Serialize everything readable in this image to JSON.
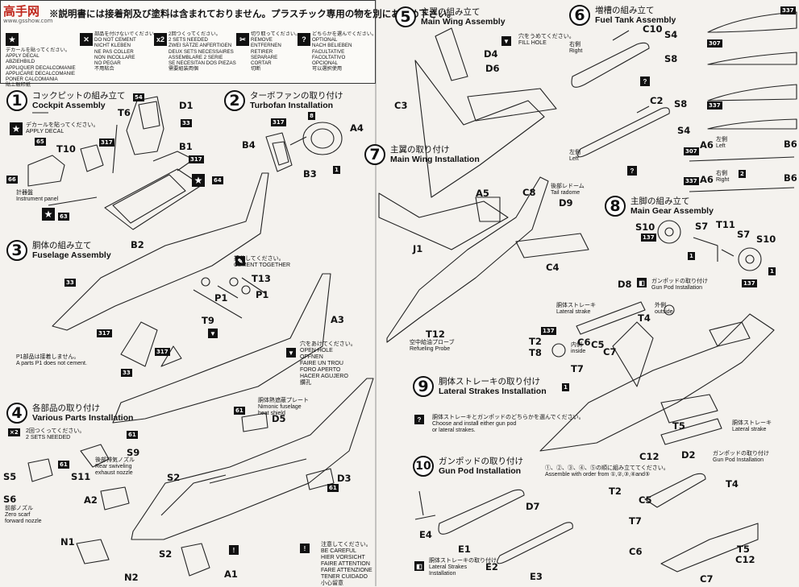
{
  "header": {
    "title": "※説明書には接着剤及び塗料は含まれておりません。プラスチック専用の物を別にお求め下さい。",
    "logo_main": "高手网",
    "logo_sub": "www.gsshow.com",
    "legend": [
      {
        "icon": "★",
        "text": "デカールを貼ってください。\nAPPLY DECAL\nABZIEHBILD\nAPPLIQUER DECALCOMANIE\nAPPLICARE DECALCOMANIE\nPONER CALCOMANIA\n貼上転印紙"
      },
      {
        "icon": "✕",
        "text": "部品を付けないでください。\nDO NOT CEMENT\nNICHT KLEBEN\nNE PAS COLLER\nNON INCOLLARE\nNO PEGAR\n不用粘合"
      },
      {
        "icon": "x2",
        "text": "2回つくってください。\n2 SETS NEEDED\nZWEI SÄTZE ANFERTIGEN\nDEUX SETS NECESSAIRES\nASSEMBLARE 2 SERIE\nSE NECESITAN DOS PIEZAS\n需要組装両個"
      },
      {
        "icon": "✂",
        "text": "切り取ってください。\nREMOVE\nENTFERNEN\nRETIRER\nSEPARARE\nCORTAR\n切断"
      },
      {
        "icon": "?",
        "text": "どちらかを選んでください。\nOPTIONAL\nNACH BELIEBEN\nFACULTATIVE\nFACOLTATIVO\nOPCIONAL\n可以選択使用"
      }
    ]
  },
  "steps": [
    {
      "n": "1",
      "jp": "コックピットの組み立て",
      "en": "Cockpit Assembly"
    },
    {
      "n": "2",
      "jp": "ターボファンの取り付け",
      "en": "Turbofan Installation"
    },
    {
      "n": "3",
      "jp": "胴体の組み立て",
      "en": "Fuselage Assembly"
    },
    {
      "n": "4",
      "jp": "各部品の取り付け",
      "en": "Various Parts Installation"
    },
    {
      "n": "5",
      "jp": "主翼の組み立て",
      "en": "Main Wing Assembly"
    },
    {
      "n": "6",
      "jp": "増槽の組み立て",
      "en": "Fuel Tank Assembly"
    },
    {
      "n": "7",
      "jp": "主翼の取り付け",
      "en": "Main Wing Installation"
    },
    {
      "n": "8",
      "jp": "主脚の組み立て",
      "en": "Main Gear Assembly"
    },
    {
      "n": "9",
      "jp": "胴体ストレーキの取り付け",
      "en": "Lateral Strakes Installation"
    },
    {
      "n": "10",
      "jp": "ガンポッドの取り付け",
      "en": "Gun Pod Installation"
    }
  ],
  "notes": {
    "apply_decal": "デカールを貼ってください。\nAPPLY DECAL",
    "instrument_panel": "計器盤\nInstrument panel",
    "cement_together": "接着してください。\nCEMENT TOGETHER",
    "p1_note": "P1部品は接着しません。\nA parts P1 does not cement.",
    "open_hole": "穴をあけてください。\nOPEN HOLE\nOFFNEN\nFAIRE UN TROU\nFORO APERTO\nHACER AGUJERO\n鑽孔",
    "fill_hole": "穴をうめてください。\nFILL HOLE",
    "sets2": "2回つくってください。\n2 SETS NEEDED",
    "rear_nozzle": "後部排気ノズル\nRear swiveling\nexhaust nozzle",
    "front_nozzle": "前部ノズル\nZero scarf\nforward nozzle",
    "heat_shield": "胴体熱遮蔽プレート\nNimonic fuselage\nheat shield",
    "be_careful": "注意してください。\nBE CAREFUL\nHIER VORSICHT\nFAIRE ATTENTION\nFARE ATTENZIONE\nTENER CUIDADO\n小心留意",
    "tail_radome": "後部レドーム\nTail radome",
    "refueling_probe": "空中給油プローブ\nRefueling Probe",
    "right": "右側\nRight",
    "left": "左側\nLeft",
    "gun_pod_inst": "ガンポッドの取り付け\nGun Pod Installation",
    "lateral_strake": "胴体ストレーキ\nLateral strake",
    "choose": "胴体ストレーキとガンポッドのどちらかを選んでください。\nChoose and install either gun pod\nor lateral strakes.",
    "order": "①、②、③、④、⑤の順に組み立ててください。\nAssemble with order from ①,②,③,④and⑤",
    "lateral_inst": "胴体ストレーキの取り付け\nLateral Strakes\nInstallation",
    "inner": "内側\ninside",
    "outer": "外側\noutside",
    "left_a6": "左側\nLeft",
    "right_a6": "右側\nRight"
  },
  "parts": {
    "s1": [
      "D1",
      "T6",
      "T10",
      "B1"
    ],
    "s2": [
      "A4",
      "B4",
      "B3"
    ],
    "s3": [
      "B2",
      "T13",
      "P1",
      "P1",
      "T9",
      "A3"
    ],
    "s4": [
      "S9",
      "S11",
      "S5",
      "S6",
      "A2",
      "N1",
      "N2",
      "S2",
      "S2",
      "A1",
      "D5",
      "D3"
    ],
    "s5": [
      "D4",
      "D6",
      "C3"
    ],
    "s6": [
      "C10",
      "S4",
      "S8",
      "C2",
      "S8",
      "S4"
    ],
    "s7": [
      "A5",
      "C8",
      "D9",
      "J1",
      "C4",
      "T12"
    ],
    "s8": [
      "S10",
      "S7",
      "T11",
      "S7",
      "S10"
    ],
    "s9": [
      "D8",
      "T4",
      "T2",
      "T8",
      "C6",
      "C5",
      "C7",
      "T7",
      "T5",
      "D2",
      "C12"
    ],
    "s10": [
      "D7",
      "E4",
      "E1",
      "E2",
      "E3",
      "T2",
      "C5",
      "T7",
      "T4",
      "C6",
      "T5",
      "C12",
      "C7"
    ],
    "colors": [
      "A6",
      "B6",
      "A6",
      "B6"
    ]
  },
  "tags": [
    "54",
    "33",
    "317",
    "317",
    "64",
    "65",
    "66",
    "63",
    "8",
    "317",
    "1",
    "33",
    "317",
    "317",
    "33",
    "61",
    "61",
    "61",
    "61",
    "137",
    "1",
    "1",
    "137",
    "337",
    "307",
    "337",
    "307",
    "337",
    "1",
    "137",
    "2"
  ]
}
